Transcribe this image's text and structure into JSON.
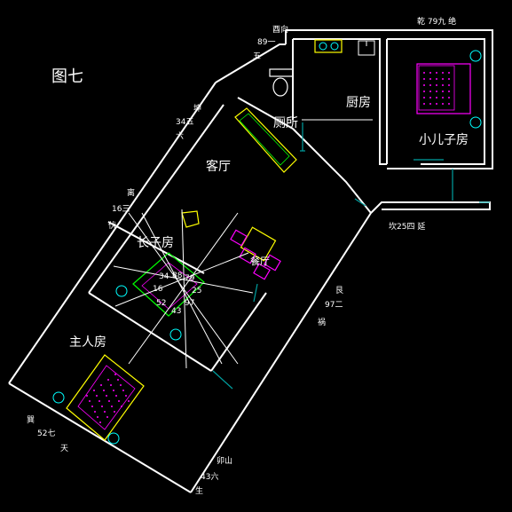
{
  "figure_title": "图七",
  "rooms": {
    "kitchen": "厨房",
    "toilet": "厕所",
    "small_son_room": "小儿子房",
    "living_room": "客厅",
    "dining_room": "餐厅",
    "eldest_son_room": "长子房",
    "master_room": "主人房"
  },
  "orientation_labels": {
    "top_left_1": "酉向",
    "top_left_2": "89一",
    "top_left_3": "五",
    "top_right": "乾 79九 绝",
    "left_upper_1": "坤",
    "left_upper_2": "34五",
    "left_upper_3": "六",
    "left_mid_1": "离",
    "left_mid_2": "16三",
    "left_mid_3": "伏",
    "right_mid": "坎25四 延",
    "right_low_1": "艮",
    "right_low_2": "97二",
    "right_low_3": "祸",
    "bottom_left_1": "巽",
    "bottom_left_2": "52七",
    "bottom_left_3": "天",
    "bottom_mid_1": "卯山",
    "bottom_mid_2": "43六",
    "bottom_mid_3": "生"
  },
  "compass_numbers": [
    "34",
    "88",
    "79",
    "16",
    "25",
    "52",
    "43",
    "97"
  ]
}
